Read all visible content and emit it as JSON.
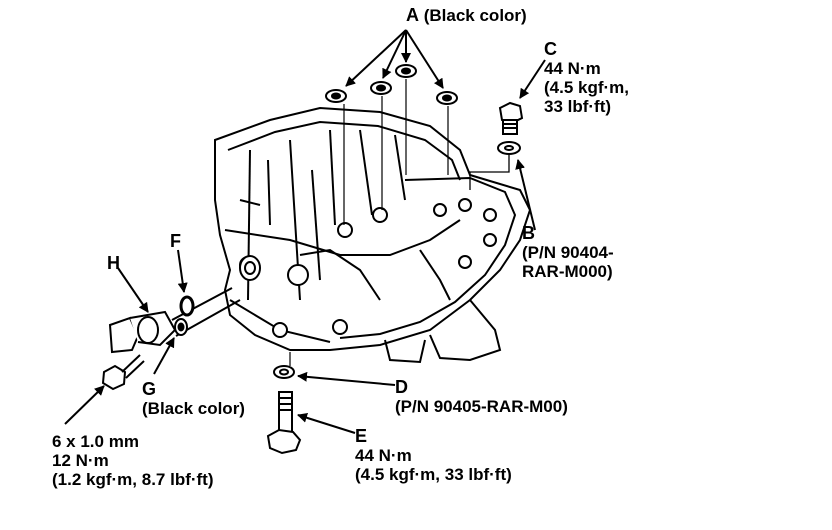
{
  "colors": {
    "ink": "#000000",
    "paper": "#ffffff"
  },
  "labels": {
    "A": {
      "letter": "A",
      "note": "(Black color)"
    },
    "C": {
      "letter": "C",
      "line1": "44 N·m",
      "line2": "(4.5 kgf·m,",
      "line3": "33 lbf·ft)"
    },
    "B": {
      "letter": "B",
      "line1": "(P/N 90404-",
      "line2": "RAR-M000)"
    },
    "F": {
      "letter": "F"
    },
    "H": {
      "letter": "H"
    },
    "G": {
      "letter": "G",
      "note": "(Black color)"
    },
    "D": {
      "letter": "D",
      "line1": "(P/N 90405-RAR-M00)"
    },
    "E": {
      "letter": "E",
      "line1": "44 N·m",
      "line2": "(4.5 kgf·m, 33 lbf·ft)"
    },
    "bolt_spec": {
      "line1": "6 x 1.0 mm",
      "line2": "12 N·m",
      "line3": "(1.2 kgf·m, 8.7 lbf·ft)"
    }
  }
}
